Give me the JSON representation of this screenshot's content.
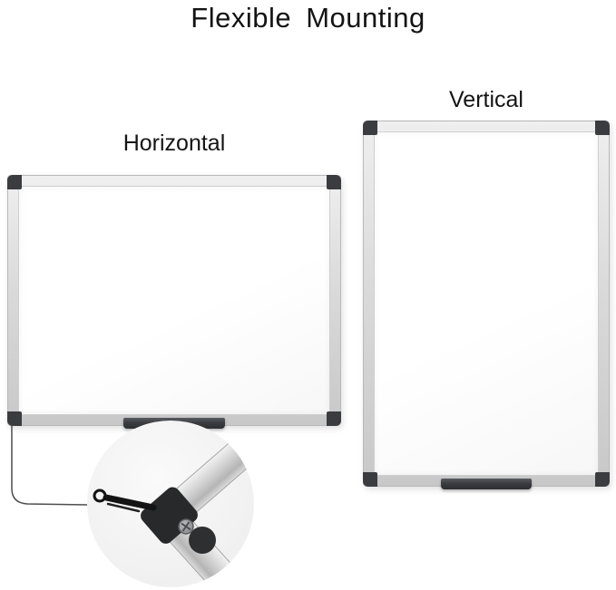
{
  "title": "Flexible Mounting",
  "boards": {
    "horizontal": {
      "label": "Horizontal"
    },
    "vertical": {
      "label": "Vertical"
    }
  },
  "inset": {
    "icon": "corner-mounting-hardware-closeup"
  },
  "colors": {
    "background": "#ffffff",
    "text": "#141414",
    "frame_silver": "#d8d8d8",
    "corner_cap_dark": "#3a3c40",
    "tray_dark": "#37393c",
    "inset_background": "#f3f3f3",
    "connector_line": "#4d4d4d"
  }
}
